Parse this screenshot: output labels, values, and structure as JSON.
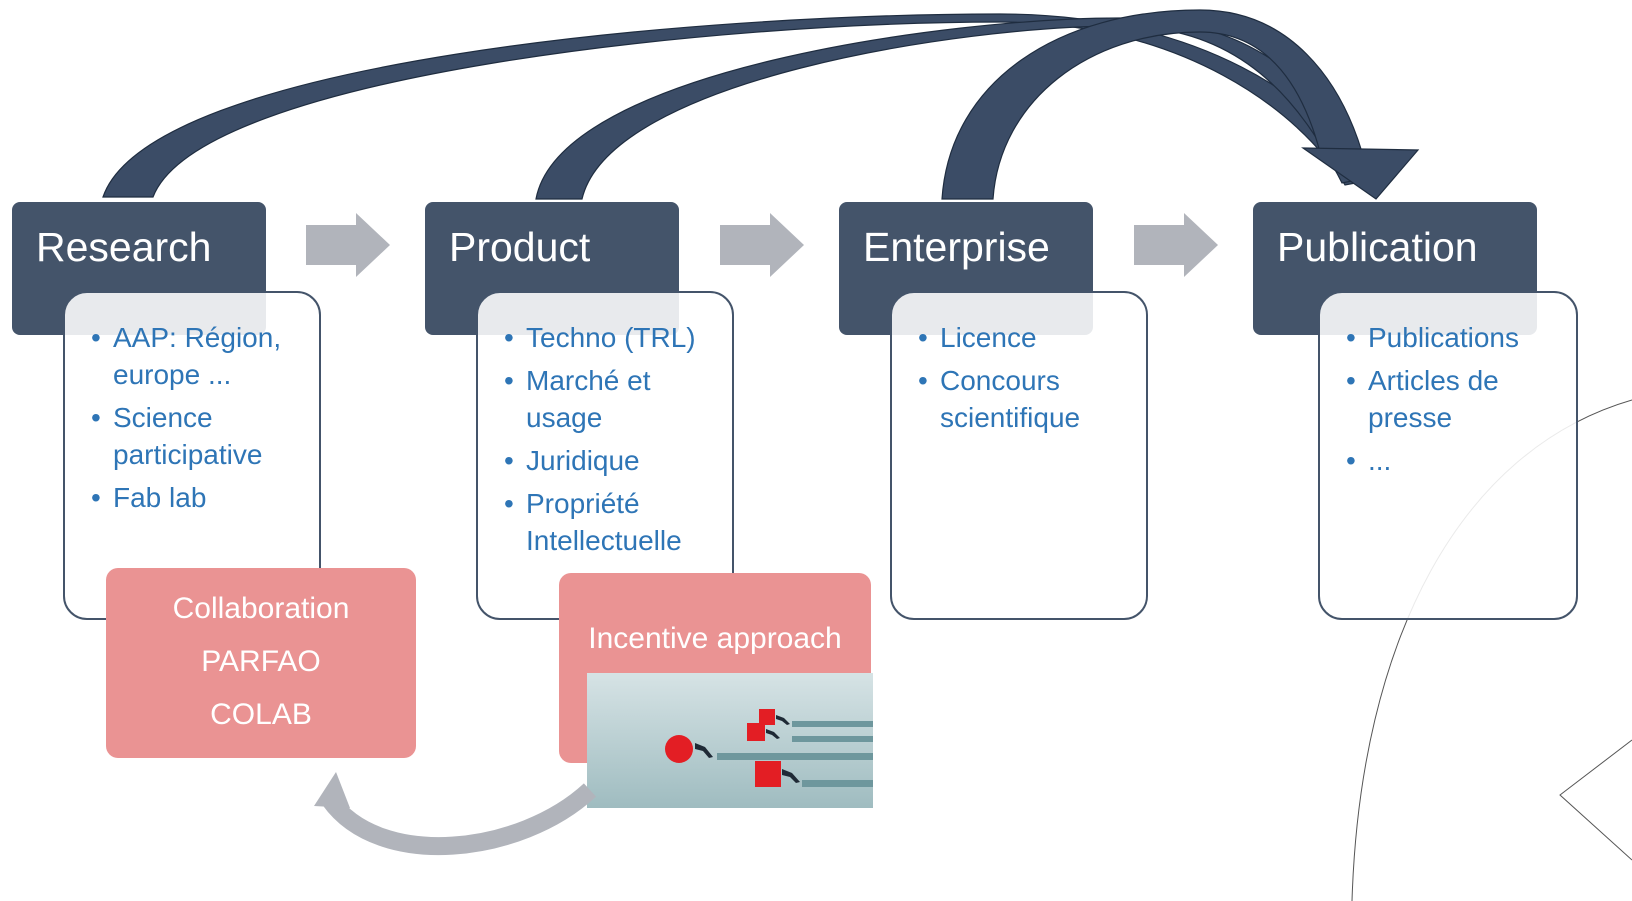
{
  "stages": [
    {
      "title": "Research",
      "items": [
        "AAP: Région, europe ...",
        "Science participative",
        "Fab lab"
      ]
    },
    {
      "title": "Product",
      "items": [
        "Techno (TRL)",
        "Marché et usage",
        "Juridique",
        "Propriété Intellectuelle"
      ]
    },
    {
      "title": "Enterprise",
      "items": [
        "Licence",
        "Concours scientifique"
      ]
    },
    {
      "title": "Publication",
      "items": [
        "Publications",
        "Articles de presse",
        "..."
      ]
    }
  ],
  "collaboration_box": {
    "lines": [
      "Collaboration",
      "PARFAO",
      "COLAB"
    ]
  },
  "incentive_box": {
    "title": "Incentive approach"
  },
  "colors": {
    "header": "#44546a",
    "curve_arrows": "#3b4c66",
    "flow_arrows": "#b1b4bb",
    "body_text": "#2e75b6",
    "pink_box": "#ea9393"
  },
  "icons": {
    "flow_arrow": "right-block-arrow-icon",
    "curved_arrow": "curved-arc-arrow-icon",
    "feedback_arrow": "curved-feedback-arrow-icon"
  }
}
